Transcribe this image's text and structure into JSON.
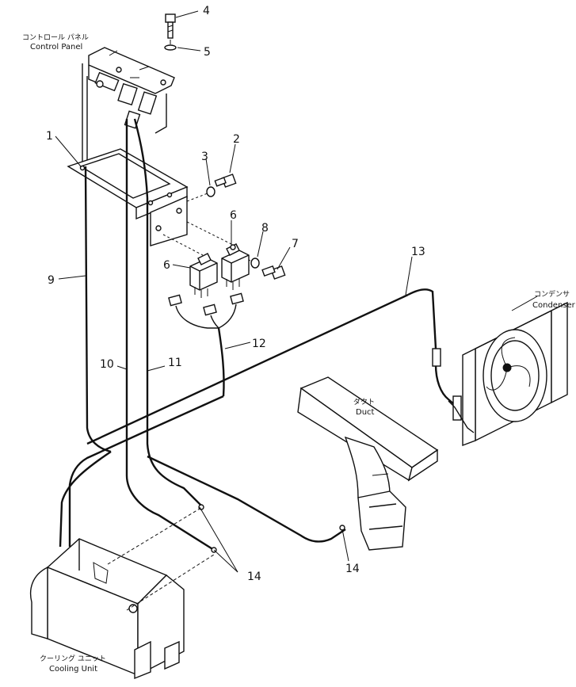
{
  "labels": {
    "control_panel_jp": "コントロール パネル",
    "control_panel_en": "Control Panel",
    "condenser_jp": "コンデンサ",
    "condenser_en": "Condenser",
    "duct_jp": "ダクト",
    "duct_en": "Duct",
    "cooling_unit_jp": "クーリング ユニット",
    "cooling_unit_en": "Cooling Unit"
  },
  "callouts": {
    "c1": "1",
    "c2": "2",
    "c3": "3",
    "c4": "4",
    "c5": "5",
    "c6a": "6",
    "c6b": "6",
    "c7": "7",
    "c8": "8",
    "c9": "9",
    "c10": "10",
    "c11": "11",
    "c12": "12",
    "c13": "13",
    "c14a": "14",
    "c14b": "14"
  }
}
